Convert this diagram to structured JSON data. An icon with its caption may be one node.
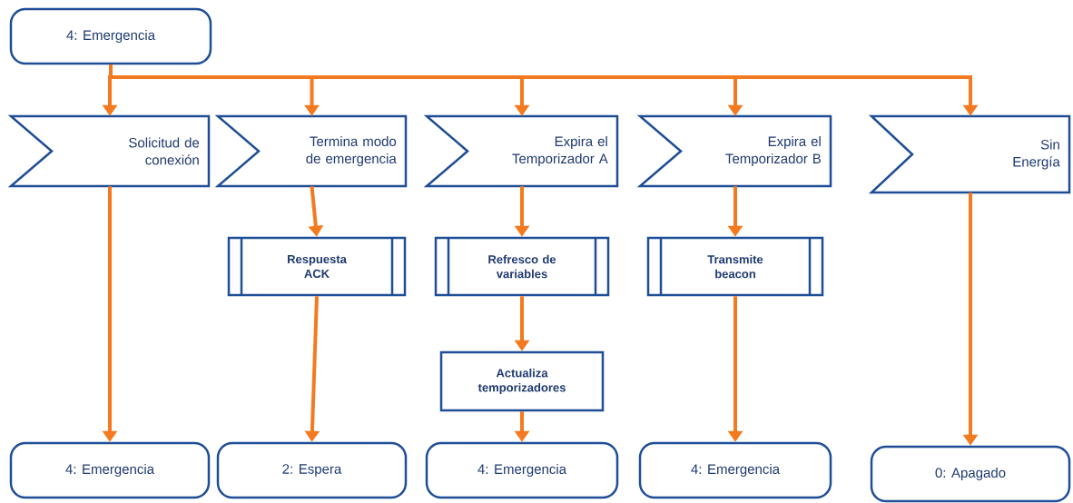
{
  "diagram": {
    "nodes": [
      {
        "text": [
          "4: Emergencia"
        ]
      },
      {
        "text": [
          "Solicitud de conexión"
        ]
      },
      {
        "text": [
          "Termina modo de emergencia"
        ]
      },
      {
        "text": [
          "Expira el Temporizador A"
        ]
      },
      {
        "text": [
          "Expira el Temporizador B"
        ]
      },
      {
        "text": [
          "Sin Energía"
        ]
      },
      {
        "text": [
          "Respuesta ACK"
        ]
      },
      {
        "text": [
          "Refresco de variables"
        ]
      },
      {
        "text": [
          "Actualiza temporizadores"
        ]
      },
      {
        "text": [
          "Transmite beacon"
        ]
      },
      {
        "text": [
          "4: Emergencia"
        ]
      },
      {
        "text": [
          "2: Espera"
        ]
      },
      {
        "text": [
          "4: Emergencia"
        ]
      },
      {
        "text": [
          "4: Emergencia"
        ]
      },
      {
        "text": [
          "0: Apagado"
        ]
      }
    ],
    "edges": [
      {
        "from": 0,
        "to": 1,
        "arrow": "to"
      },
      {
        "from": 0,
        "to": 2,
        "arrow": "to"
      },
      {
        "from": 0,
        "to": 3,
        "arrow": "to"
      },
      {
        "from": 0,
        "to": 4,
        "arrow": "to"
      },
      {
        "from": 0,
        "to": 5,
        "arrow": "to"
      },
      {
        "from": 1,
        "to": 10,
        "arrow": "to"
      },
      {
        "from": 2,
        "to": 6,
        "arrow": "to"
      },
      {
        "from": 6,
        "to": 11,
        "arrow": "to"
      },
      {
        "from": 3,
        "to": 7,
        "arrow": "to"
      },
      {
        "from": 7,
        "to": 8,
        "arrow": "to"
      },
      {
        "from": 8,
        "to": 12,
        "arrow": "to"
      },
      {
        "from": 4,
        "to": 9,
        "arrow": "to"
      },
      {
        "from": 9,
        "to": 13,
        "arrow": "to"
      },
      {
        "from": 5,
        "to": 14,
        "arrow": "to"
      }
    ]
  }
}
